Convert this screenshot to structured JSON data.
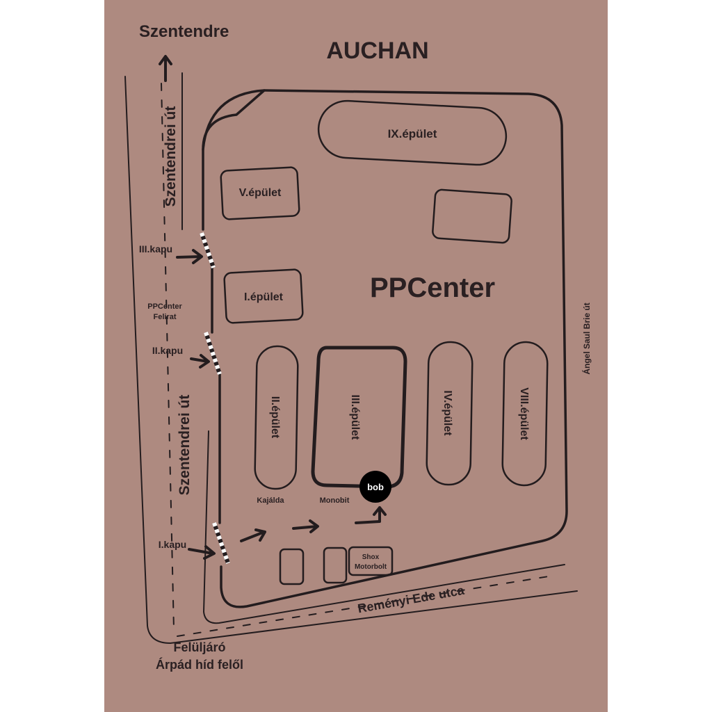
{
  "colors": {
    "background": "#ae8a80",
    "ink": "#231c1e",
    "badge": "#000000",
    "badge_text": "#ffffff"
  },
  "top": {
    "city": "Szentendre",
    "landmark": "AUCHAN"
  },
  "center_title": "PPCenter",
  "roads": {
    "left_upper": "Szentendrei út",
    "left_lower": "Szentendrei út",
    "right": "Ángel Saul Brie út",
    "bottom": "Reményi Ede utca",
    "overpass_line1": "Felüljáró",
    "overpass_line2": "Árpád híd felől"
  },
  "gates": {
    "gate3": "III.kapu",
    "sign_line1": "PPCenter",
    "sign_line2": "Felirat",
    "gate2": "II.kapu",
    "gate1": "I.kapu"
  },
  "buildings": {
    "b9": "IX.épület",
    "b5": "V.épület",
    "b1": "I.épület",
    "b2": "II.épület",
    "b3": "III.épület",
    "b4": "IV.épület",
    "b8": "VIII.épület"
  },
  "shops": {
    "kajalda": "Kajálda",
    "monobit": "Monobit",
    "bob": "bob",
    "shox_line1": "Shox",
    "shox_line2": "Motorbolt"
  }
}
